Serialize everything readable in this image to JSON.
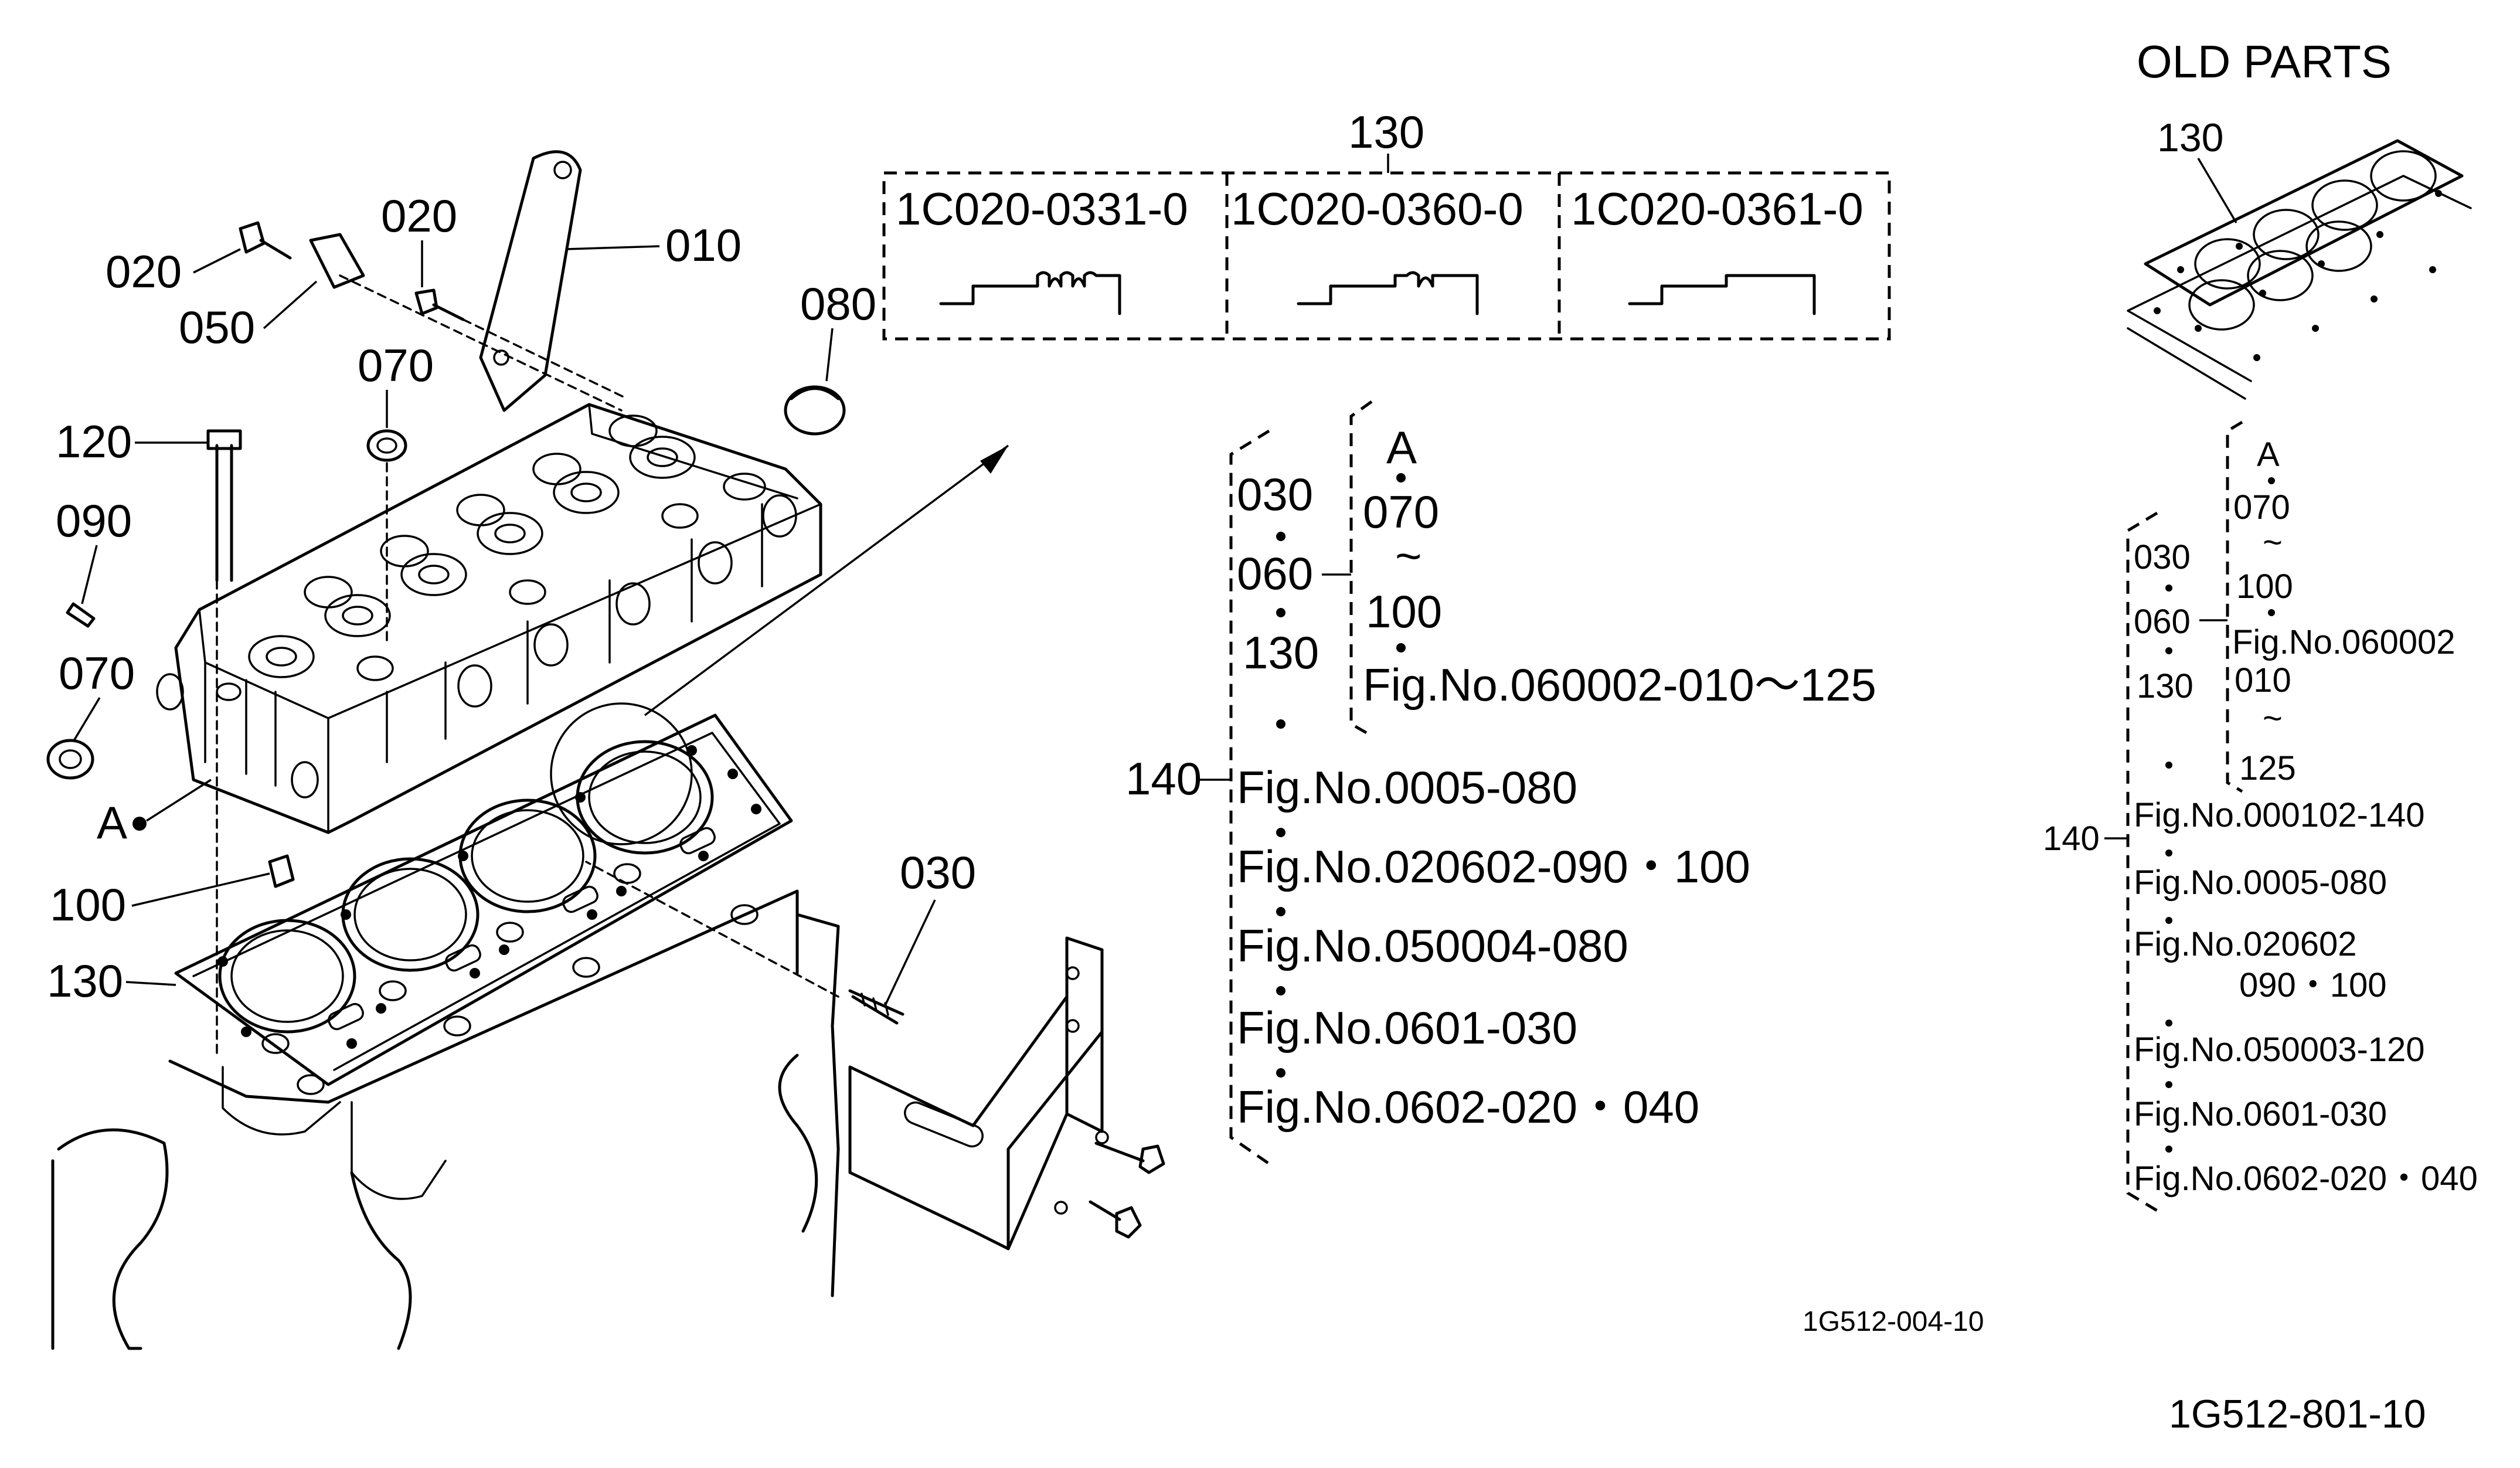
{
  "header": {
    "old_parts_title": "OLD PARTS"
  },
  "callouts": {
    "p010": "010",
    "p020a": "020",
    "p020b": "020",
    "p030": "030",
    "p050": "050",
    "p070a": "070",
    "p070b": "070",
    "p080": "080",
    "p090": "090",
    "p100": "100",
    "p120": "120",
    "p130": "130",
    "p130_box": "130",
    "a_mark": "A"
  },
  "gasket_variants": {
    "v1": "1C020-0331-0",
    "v2": "1C020-0360-0",
    "v3": "1C020-0361-0"
  },
  "new_tree": {
    "a": "A",
    "i070": "070",
    "tilde": "~",
    "i100": "100",
    "fig_060002": "Fig.No.060002-010～125",
    "i030": "030",
    "i060": "060",
    "i130": "130",
    "i140": "140",
    "fig_0005": "Fig.No.0005-080",
    "fig_020602": "Fig.No.020602-090・100",
    "fig_050004": "Fig.No.050004-080",
    "fig_0601": "Fig.No.0601-030",
    "fig_0602": "Fig.No.0602-020・040"
  },
  "old_tree": {
    "p130": "130",
    "a": "A",
    "i070": "070",
    "tilde1": "~",
    "i100": "100",
    "fig_060002": "Fig.No.060002",
    "i010": "010",
    "tilde2": "~",
    "i125": "125",
    "i030": "030",
    "i060": "060",
    "i130": "130",
    "i140": "140",
    "fig_000102": "Fig.No.000102-140",
    "fig_0005": "Fig.No.0005-080",
    "fig_020602": "Fig.No.020602",
    "fig_020602_sub": "090・100",
    "fig_050003": "Fig.No.050003-120",
    "fig_0601": "Fig.No.0601-030",
    "fig_0602": "Fig.No.0602-020・040"
  },
  "footer": {
    "drawing_code": "1G512-004-10",
    "sheet_code": "1G512-801-10"
  },
  "icons": [
    "cylinder-head-drawing",
    "head-gasket-drawing",
    "bracket-drawing",
    "bolt-drawing",
    "old-gasket-drawing"
  ]
}
